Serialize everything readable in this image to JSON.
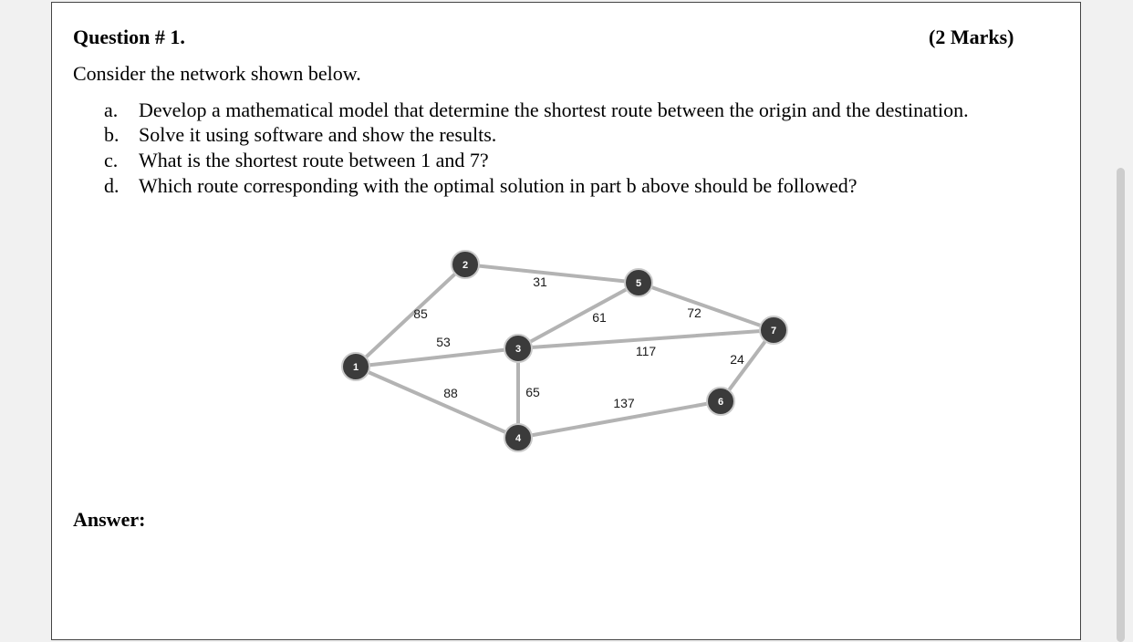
{
  "question": {
    "title": "Question # 1.",
    "marks": "(2 Marks)",
    "intro": "Consider the network shown below.",
    "items": [
      {
        "letter": "a.",
        "text": "Develop a mathematical model that determine the shortest route between the origin and the destination."
      },
      {
        "letter": "b.",
        "text": "Solve it using software and show the results."
      },
      {
        "letter": "c.",
        "text": "What is the shortest route between 1 and 7?"
      },
      {
        "letter": "d.",
        "text": "Which route corresponding with the optimal solution in part b above should be followed?"
      }
    ],
    "answer_label": "Answer:"
  },
  "network": {
    "nodes": [
      "1",
      "2",
      "3",
      "4",
      "5",
      "6",
      "7"
    ],
    "edges": [
      {
        "from": "1",
        "to": "2",
        "weight": "85"
      },
      {
        "from": "1",
        "to": "3",
        "weight": "53"
      },
      {
        "from": "1",
        "to": "4",
        "weight": "88"
      },
      {
        "from": "2",
        "to": "5",
        "weight": "31"
      },
      {
        "from": "3",
        "to": "5",
        "weight": "61"
      },
      {
        "from": "3",
        "to": "7",
        "weight": "117"
      },
      {
        "from": "3",
        "to": "4",
        "weight": "65"
      },
      {
        "from": "5",
        "to": "7",
        "weight": "72"
      },
      {
        "from": "4",
        "to": "6",
        "weight": "137"
      },
      {
        "from": "6",
        "to": "7",
        "weight": "24"
      }
    ],
    "colors": {
      "edge": "#b3b3b3",
      "node_fill": "#3b3b3b",
      "node_label": "#ffffff"
    }
  }
}
